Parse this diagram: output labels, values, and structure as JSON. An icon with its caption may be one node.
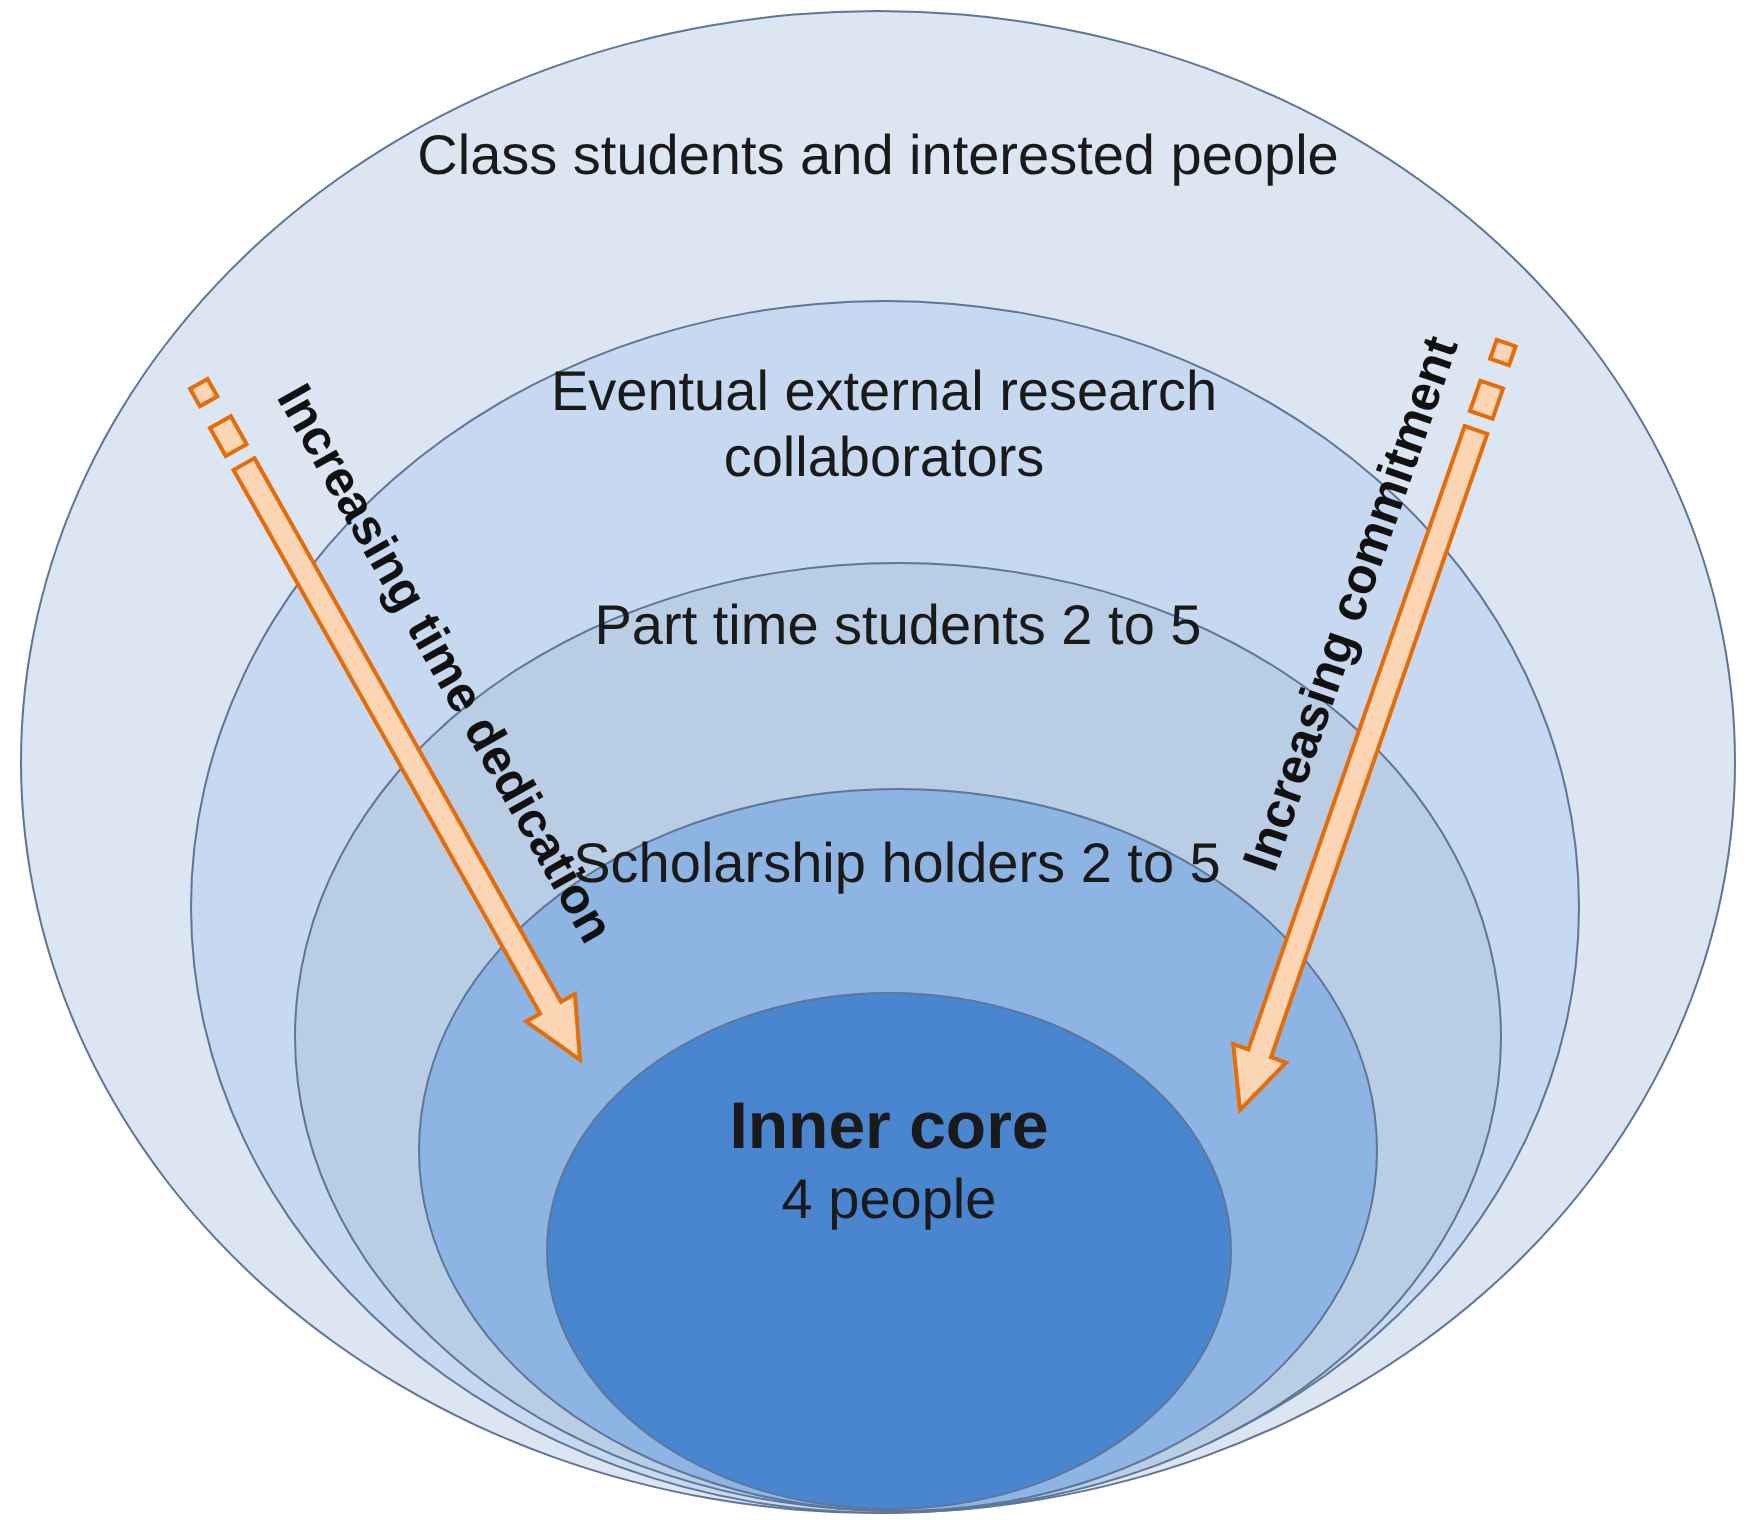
{
  "diagram": {
    "nodes": [
      {
        "text": [
          "Class students and interested people"
        ]
      },
      {
        "text": [
          "Eventual external research collaborators"
        ],
        "in": 0
      },
      {
        "text": [
          "Part time students 2 to 5"
        ],
        "in": 1
      },
      {
        "text": [
          "Scholarship holders 2 to 5"
        ],
        "in": 2
      },
      {
        "text": [
          "Inner core",
          "4 people"
        ],
        "in": 3
      }
    ],
    "labels": [
      "Increasing time dedication",
      "Increasing commitment"
    ]
  }
}
